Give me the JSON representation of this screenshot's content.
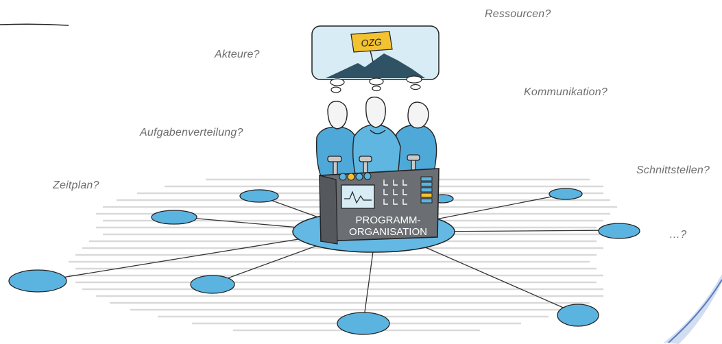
{
  "questions": {
    "ressourcen": "Ressourcen?",
    "akteure": "Akteure?",
    "kommunikation": "Kommunikation?",
    "aufgabenverteilung": "Aufgabenverteilung?",
    "schnittstellen": "Schnittstellen?",
    "zeitplan": "Zeitplan?",
    "more": "…?"
  },
  "flag_label": "OZG",
  "machine": {
    "label_line1": "PROGRAMM-",
    "label_line2": "ORGANISATION"
  },
  "colors": {
    "node_fill": "#5bb4e0",
    "hub_fill": "#63b9e3",
    "people": "#4fa9d8",
    "machine": "#6b6e72",
    "flag": "#f2c230",
    "mountain": "#2f5365",
    "sky": "#d7ecf4",
    "question_text": "#6e6e6e"
  }
}
